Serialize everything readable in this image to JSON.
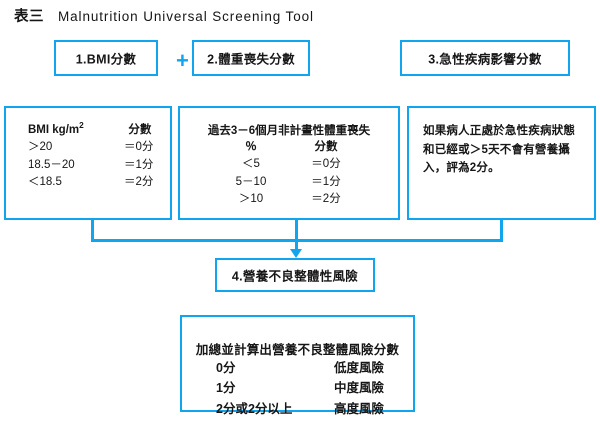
{
  "title": {
    "tag": "表三",
    "text": "Malnutrition Universal Screening Tool"
  },
  "colors": {
    "accent": "#12a5ef",
    "text": "#161616",
    "background": "#ffffff"
  },
  "top_boxes": [
    {
      "id": "step1",
      "label": "1.BMI分數"
    },
    {
      "id": "step2",
      "label": "2.體重喪失分數"
    },
    {
      "id": "step3",
      "label": "3.急性疾病影響分數"
    }
  ],
  "operator": {
    "symbol": "+"
  },
  "bmi_box": {
    "header": {
      "criterion": "BMI kg/m",
      "exponent": "2",
      "score": "分數"
    },
    "rows": [
      {
        "criterion": "＞20",
        "score": "＝0分"
      },
      {
        "criterion": "18.5－20",
        "score": "＝1分"
      },
      {
        "criterion": "＜18.5",
        "score": "＝2分"
      }
    ]
  },
  "weight_loss_box": {
    "lead": "過去3－6個月非計畫性體重喪失",
    "header": {
      "criterion": "％",
      "score": "分數"
    },
    "rows": [
      {
        "criterion": "＜5",
        "score": "＝0分"
      },
      {
        "criterion": "5－10",
        "score": "＝1分"
      },
      {
        "criterion": "＞10",
        "score": "＝2分"
      }
    ]
  },
  "acute_disease_box": {
    "text": "如果病人正處於急性疾病狀態和已經或＞5天不會有營養攝入，評為2分。"
  },
  "overall_risk_box": {
    "label": "4.營養不良整體性風險"
  },
  "summary_box": {
    "lead": "加總並計算出營養不良整體風險分數",
    "rows": [
      {
        "score": "0分",
        "risk": "低度風險"
      },
      {
        "score": "1分",
        "risk": "中度風險"
      },
      {
        "score": "2分或2分以上",
        "risk": "高度風險"
      }
    ]
  }
}
